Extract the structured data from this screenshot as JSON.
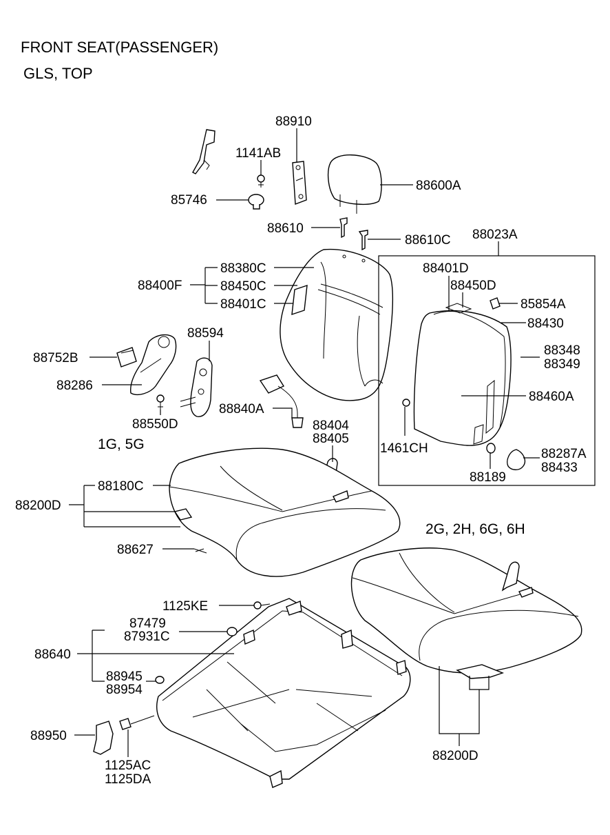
{
  "title": {
    "line1": "FRONT SEAT(PASSENGER)",
    "line2": "GLS, TOP"
  },
  "groups": {
    "g1": "1G, 5G",
    "g2": "2G, 2H, 6G, 6H"
  },
  "parts": {
    "p88910": "88910",
    "p1141AB": "1141AB",
    "p85746": "85746",
    "p88600A": "88600A",
    "p88610": "88610",
    "p88610C": "88610C",
    "p88023A": "88023A",
    "p88380C": "88380C",
    "p88400F": "88400F",
    "p88450C": "88450C",
    "p88401C": "88401C",
    "p88401D": "88401D",
    "p88450D": "88450D",
    "p85854A": "85854A",
    "p88430": "88430",
    "p88348": "88348",
    "p88349": "88349",
    "p88460A": "88460A",
    "p1461CH": "1461CH",
    "p88287A": "88287A",
    "p88433": "88433",
    "p88189": "88189",
    "p88594": "88594",
    "p88752B": "88752B",
    "p88286": "88286",
    "p88550D": "88550D",
    "p88840A": "88840A",
    "p88404": "88404",
    "p88405": "88405",
    "p88180C": "88180C",
    "p88200D": "88200D",
    "p88627": "88627",
    "p1125KE": "1125KE",
    "p87479": "87479",
    "p87931C": "87931C",
    "p88640": "88640",
    "p88945": "88945",
    "p88954": "88954",
    "p88950": "88950",
    "p1125AC": "1125AC",
    "p1125DA": "1125DA",
    "p88200D_b": "88200D"
  }
}
